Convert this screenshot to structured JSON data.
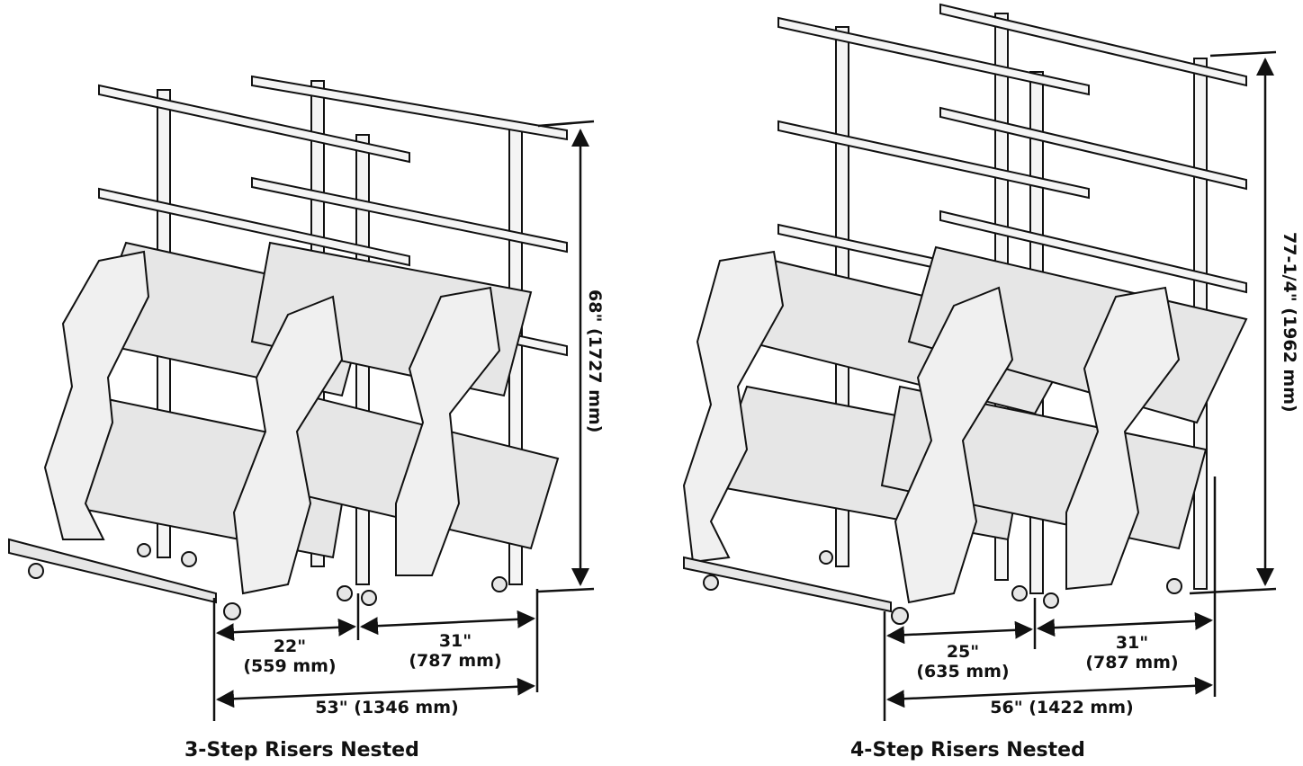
{
  "left_figure": {
    "caption": "3-Step Risers Nested",
    "height_label": "68\" (1727 mm)",
    "dim_a": {
      "inches": "22\"",
      "mm": "(559 mm)"
    },
    "dim_b": {
      "inches": "31\"",
      "mm": "(787 mm)"
    },
    "dim_total": "53\" (1346 mm)"
  },
  "right_figure": {
    "caption": "4-Step Risers Nested",
    "height_label": "77-1/4\" (1962 mm)",
    "dim_a": {
      "inches": "25\"",
      "mm": "(635 mm)"
    },
    "dim_b": {
      "inches": "31\"",
      "mm": "(787 mm)"
    },
    "dim_total": "56\" (1422 mm)"
  },
  "colors": {
    "line": "#111111",
    "fill_panel": "#e6e6e6",
    "fill_light": "#f4f4f4"
  }
}
